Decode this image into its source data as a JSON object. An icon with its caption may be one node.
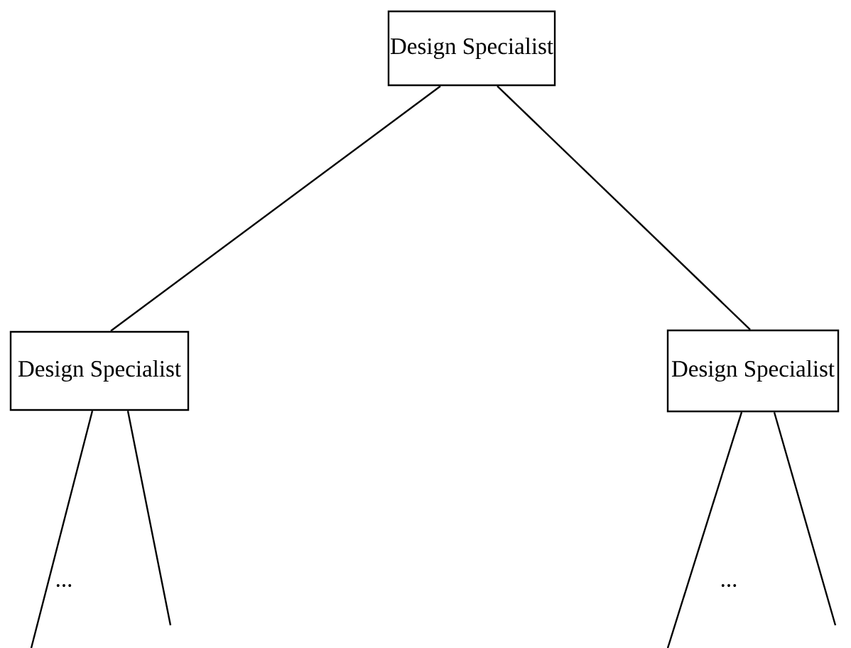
{
  "diagram": {
    "nodes": [
      {
        "text": [
          "Design Specialist"
        ]
      },
      {
        "text": [
          "Design Specialist"
        ]
      },
      {
        "text": [
          "Design Specialist"
        ]
      }
    ],
    "edges": [
      {
        "from": 0,
        "to": 1,
        "arrow": "none"
      },
      {
        "from": 0,
        "to": 2,
        "arrow": "none"
      },
      {
        "from": 1,
        "to": null,
        "arrow": "none"
      },
      {
        "from": 1,
        "to": null,
        "arrow": "none"
      },
      {
        "from": 2,
        "to": null,
        "arrow": "none"
      },
      {
        "from": 2,
        "to": null,
        "arrow": "none"
      }
    ],
    "labels": [
      "...",
      "..."
    ]
  }
}
